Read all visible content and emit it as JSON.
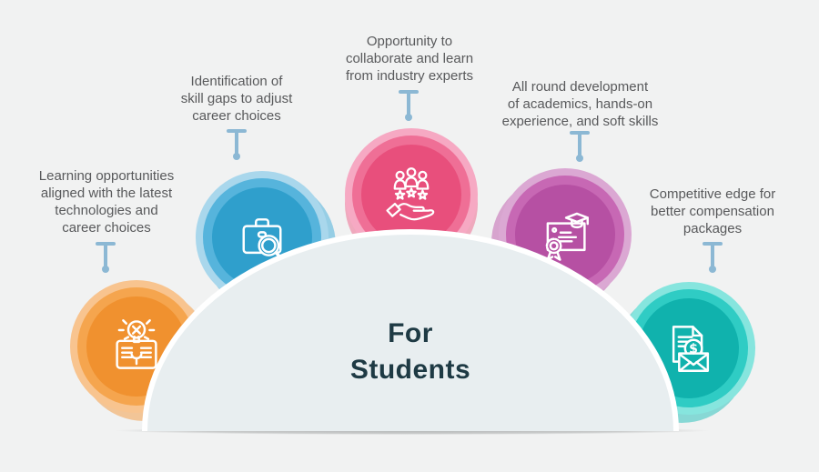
{
  "title": {
    "text": "For\nStudents"
  },
  "items": [
    {
      "id": "learning",
      "label": "Learning opportunities\naligned with the latest\ntechnologies and\ncareer choices",
      "icon": "book-lightbulb-icon",
      "colors": {
        "outer": "#f8c48f",
        "mid": "#f5a54e",
        "core": "#f0912f",
        "ghost": "rgba(243,152,59,0.5)"
      }
    },
    {
      "id": "skill-gaps",
      "label": "Identification of\nskill gaps to adjust\ncareer choices",
      "icon": "briefcase-search-icon",
      "colors": {
        "outer": "#a9d7ec",
        "mid": "#56b4dc",
        "core": "#2f9fcc",
        "ghost": "rgba(60,170,215,0.5)"
      }
    },
    {
      "id": "collaborate",
      "label": "Opportunity to\ncollaborate and learn\nfrom industry experts",
      "icon": "people-stars-hand-icon",
      "colors": {
        "outer": "#f6a9c3",
        "mid": "#ef6f96",
        "core": "#e84f7c",
        "ghost": "rgba(238,95,135,0.5)"
      }
    },
    {
      "id": "development",
      "label": "All round development\nof academics, hands-on\nexperience, and soft skills",
      "icon": "certificate-icon",
      "colors": {
        "outer": "#dba8d3",
        "mid": "#c768b4",
        "core": "#b650a3",
        "ghost": "rgba(190,85,170,0.5)"
      }
    },
    {
      "id": "compensation",
      "label": "Competitive edge for\nbetter compensation\npackages",
      "icon": "money-envelope-icon",
      "colors": {
        "outer": "#86e5de",
        "mid": "#2fccc4",
        "core": "#10b2ad",
        "ghost": "rgba(30,190,184,0.5)"
      }
    }
  ],
  "palette": {
    "background": "#f1f2f2",
    "dome_fill": "#e8eef0",
    "dome_border": "#ffffff",
    "shadow": "#c8c9c9",
    "label_text": "#58595b",
    "title_text": "#1e3a44",
    "pin": "#8cb8d4",
    "icon_stroke": "#ffffff"
  }
}
